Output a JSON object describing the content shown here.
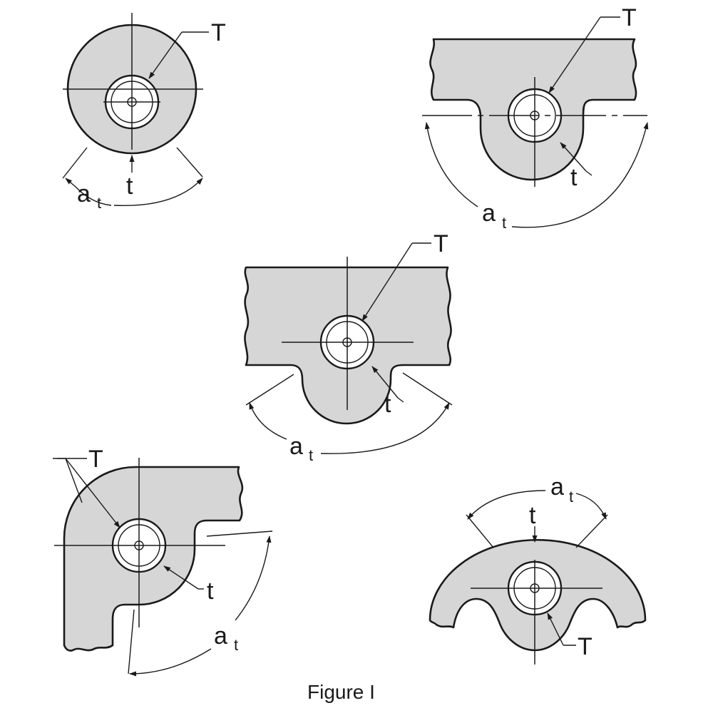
{
  "labels": {
    "T": "T",
    "t": "t",
    "a": "a",
    "a_sub": "t"
  },
  "caption": "Figure I",
  "colors": {
    "part_fill": "#d6d6d6",
    "line": "#1a1a1a",
    "background": "#ffffff"
  }
}
